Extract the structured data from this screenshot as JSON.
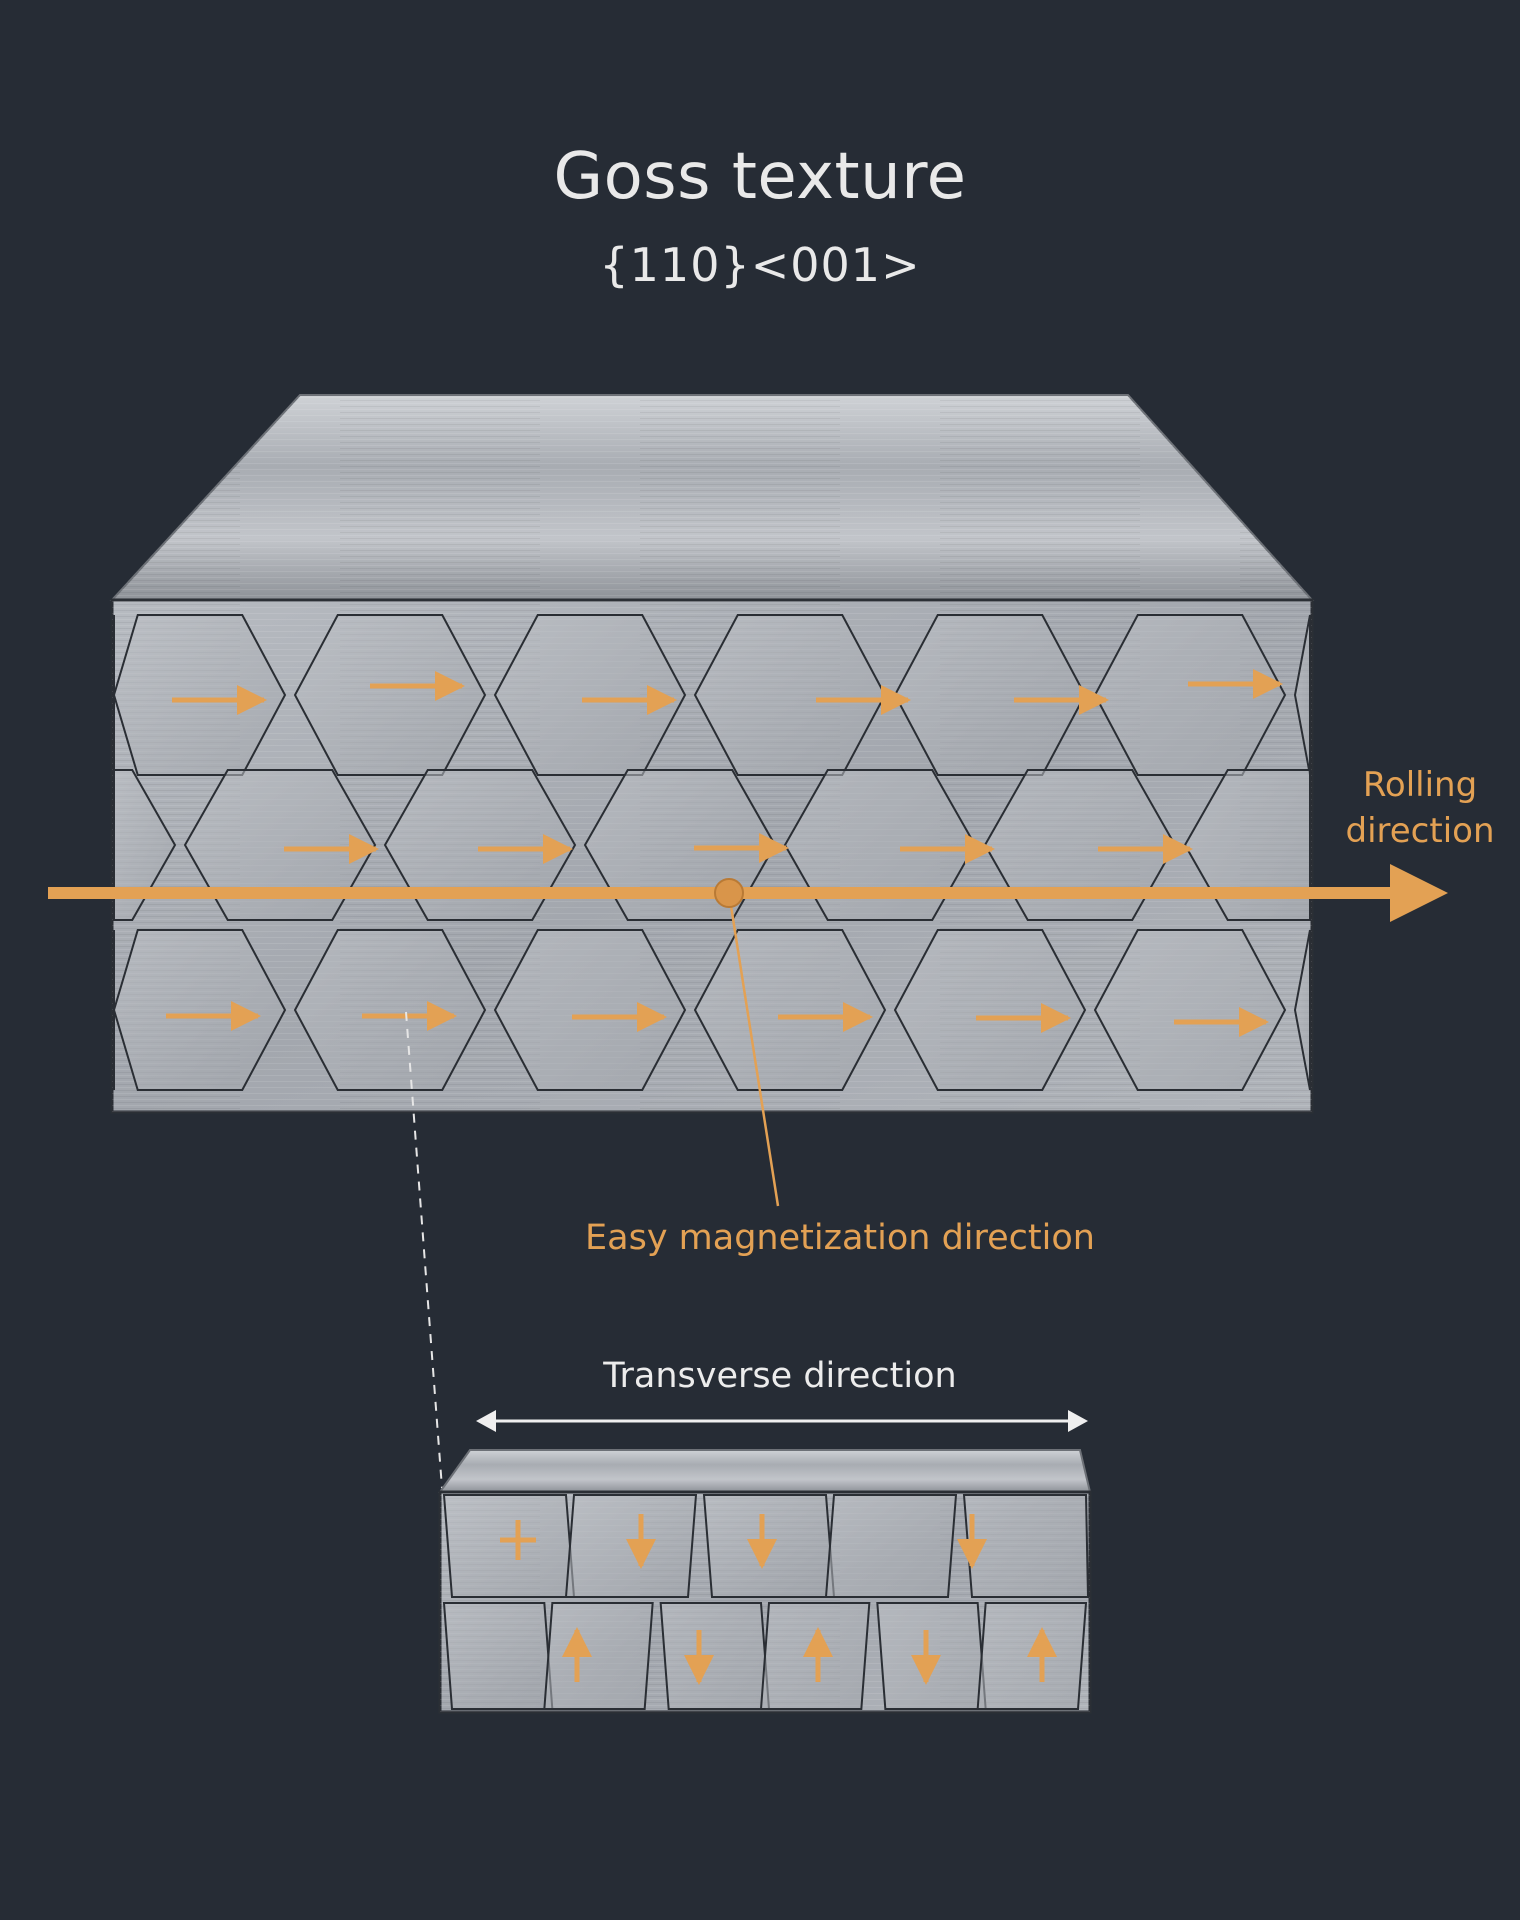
{
  "title": "Goss texture",
  "subtitle": "{110}<001>",
  "labels": {
    "rolling_direction": "Rolling direction",
    "easy_magnetization": "Easy magnetization direction",
    "transverse_direction": "Transverse direction"
  },
  "colors": {
    "background": "#262c35",
    "accent": "#e3a154",
    "text": "#e9e9e9"
  },
  "main_block": {
    "grain_rows": 3,
    "grain_arrow_direction": "right"
  },
  "transverse_block": {
    "grain_rows": 2,
    "grain_arrow_directions": [
      [
        "cross",
        "down",
        "down",
        "down"
      ],
      [
        "up",
        "down",
        "up",
        "down",
        "up"
      ]
    ]
  }
}
